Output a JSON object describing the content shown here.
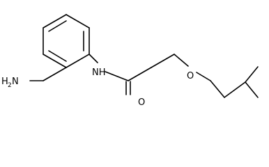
{
  "molecule": {
    "atoms": {
      "amine": {
        "main": "H",
        "sub": "2",
        "tail": "N"
      },
      "amide_nh": "NH",
      "carbonyl_o": "O",
      "ether_o": "O"
    }
  }
}
